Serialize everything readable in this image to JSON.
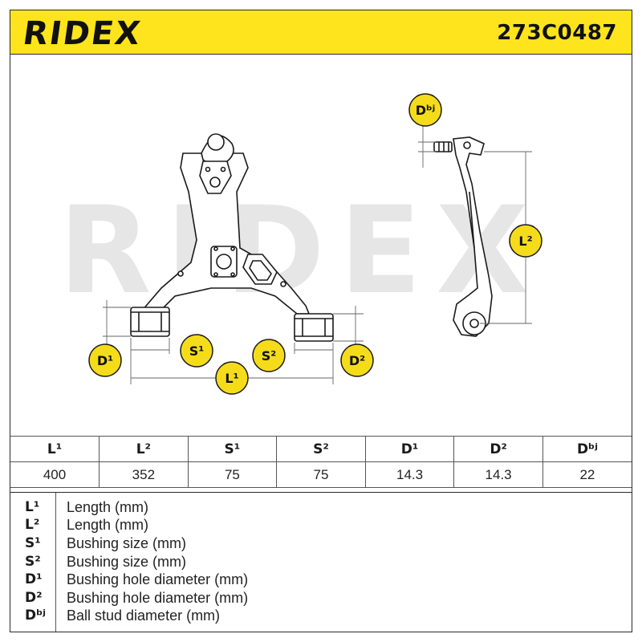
{
  "header": {
    "logo": "RIDEX",
    "part_number": "273C0487"
  },
  "drawing": {
    "watermark": "RIDEX",
    "labels": {
      "L1": "L¹",
      "L2": "L²",
      "S1": "S¹",
      "S2": "S²",
      "D1": "D¹",
      "D2": "D²",
      "Dbj": "Dᵇʲ"
    }
  },
  "specs": {
    "headers": [
      "L¹",
      "L²",
      "S¹",
      "S²",
      "D¹",
      "D²",
      "Dᵇʲ"
    ],
    "values": [
      "400",
      "352",
      "75",
      "75",
      "14.3",
      "14.3",
      "22"
    ]
  },
  "legend": [
    {
      "symbol": "L¹",
      "description": "Length (mm)"
    },
    {
      "symbol": "L²",
      "description": "Length (mm)"
    },
    {
      "symbol": "S¹",
      "description": "Bushing size (mm)"
    },
    {
      "symbol": "S²",
      "description": "Bushing size (mm)"
    },
    {
      "symbol": "D¹",
      "description": "Bushing hole diameter (mm)"
    },
    {
      "symbol": "D²",
      "description": "Bushing hole diameter (mm)"
    },
    {
      "symbol": "Dᵇʲ",
      "description": "Ball stud diameter (mm)"
    }
  ],
  "colors": {
    "brand_yellow": "#fde41c",
    "badge_yellow": "#f5dc1a",
    "watermark_gray": "#e6e6e6"
  }
}
